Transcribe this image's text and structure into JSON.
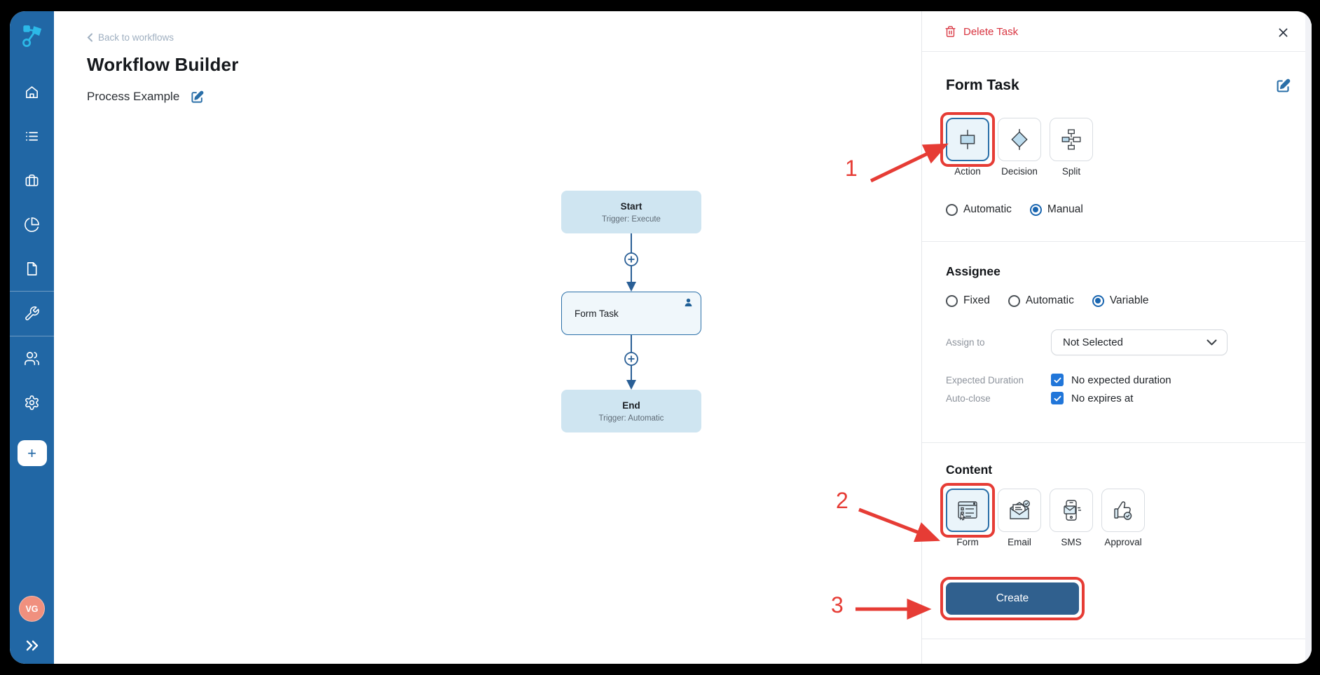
{
  "sidebar": {
    "icons": [
      "home-icon",
      "list-icon",
      "briefcase-icon",
      "pie-chart-icon",
      "document-icon",
      "wrench-icon",
      "users-icon",
      "gear-icon"
    ],
    "add_label": "+",
    "avatar_initials": "VG",
    "expand_glyph": "»"
  },
  "header": {
    "back_label": "Back to workflows",
    "title": "Workflow Builder",
    "process_name": "Process Example"
  },
  "flowchart": {
    "nodes": [
      {
        "title": "Start",
        "subtitle": "Trigger: Execute"
      },
      {
        "title": "Form Task",
        "subtitle": ""
      },
      {
        "title": "End",
        "subtitle": "Trigger: Automatic"
      }
    ]
  },
  "panel": {
    "delete_button": "Delete Task",
    "title": "Form Task",
    "task_types": [
      {
        "label": "Action",
        "selected": true
      },
      {
        "label": "Decision",
        "selected": false
      },
      {
        "label": "Split",
        "selected": false
      }
    ],
    "execution_modes": [
      {
        "label": "Automatic",
        "selected": false
      },
      {
        "label": "Manual",
        "selected": true
      }
    ],
    "assignee": {
      "heading": "Assignee",
      "modes": [
        {
          "label": "Fixed",
          "selected": false
        },
        {
          "label": "Automatic",
          "selected": false
        },
        {
          "label": "Variable",
          "selected": true
        }
      ],
      "assign_to_label": "Assign to",
      "assign_to_value": "Not Selected",
      "expected_duration_label": "Expected Duration",
      "no_expected_duration_label": "No expected duration",
      "no_expected_duration_checked": true,
      "auto_close_label": "Auto-close",
      "no_expires_label": "No expires at",
      "no_expires_checked": true
    },
    "content": {
      "heading": "Content",
      "types": [
        {
          "label": "Form",
          "selected": true
        },
        {
          "label": "Email",
          "selected": false
        },
        {
          "label": "SMS",
          "selected": false
        },
        {
          "label": "Approval",
          "selected": false
        }
      ]
    },
    "create_button": "Create"
  },
  "annotations": {
    "steps": [
      "1",
      "2",
      "3"
    ]
  },
  "colors": {
    "sidebar_blue": "#2167a5",
    "accent_blue": "#2a6fa8",
    "annotation_red": "#e63c35",
    "delete_red": "#d8333f",
    "create_button_blue": "#30608e",
    "node_fill": "#cfe5f1",
    "checkbox_blue": "#2176d9",
    "avatar_salmon": "#f0907e",
    "logo_cyan": "#2cb9e8"
  }
}
